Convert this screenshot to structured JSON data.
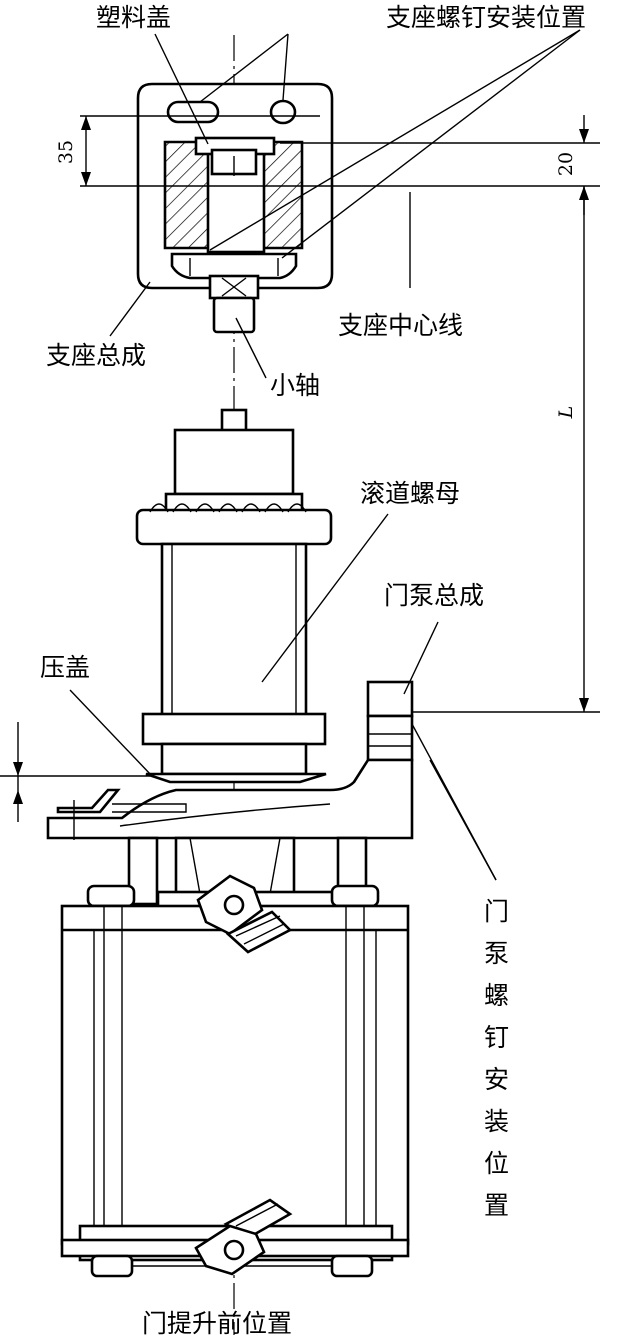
{
  "labels": {
    "plastic_cover": "塑料盖",
    "bracket_screw_position": "支座螺钉安装位置",
    "bracket_centerline": "支座中心线",
    "bracket_assembly": "支座总成",
    "small_shaft": "小轴",
    "ball_nut": "滚道螺母",
    "door_pump_assembly": "门泵总成",
    "pressure_cover": "压盖",
    "door_pump_screw_position": [
      "门",
      "泵",
      "螺",
      "钉",
      "安",
      "装",
      "位",
      "置"
    ],
    "door_before_lift_position": "门提升前位置"
  },
  "dimensions": {
    "d35": "35",
    "d20": "20",
    "dL": "L"
  },
  "colors": {
    "ink": "#000000",
    "paper": "#ffffff"
  }
}
